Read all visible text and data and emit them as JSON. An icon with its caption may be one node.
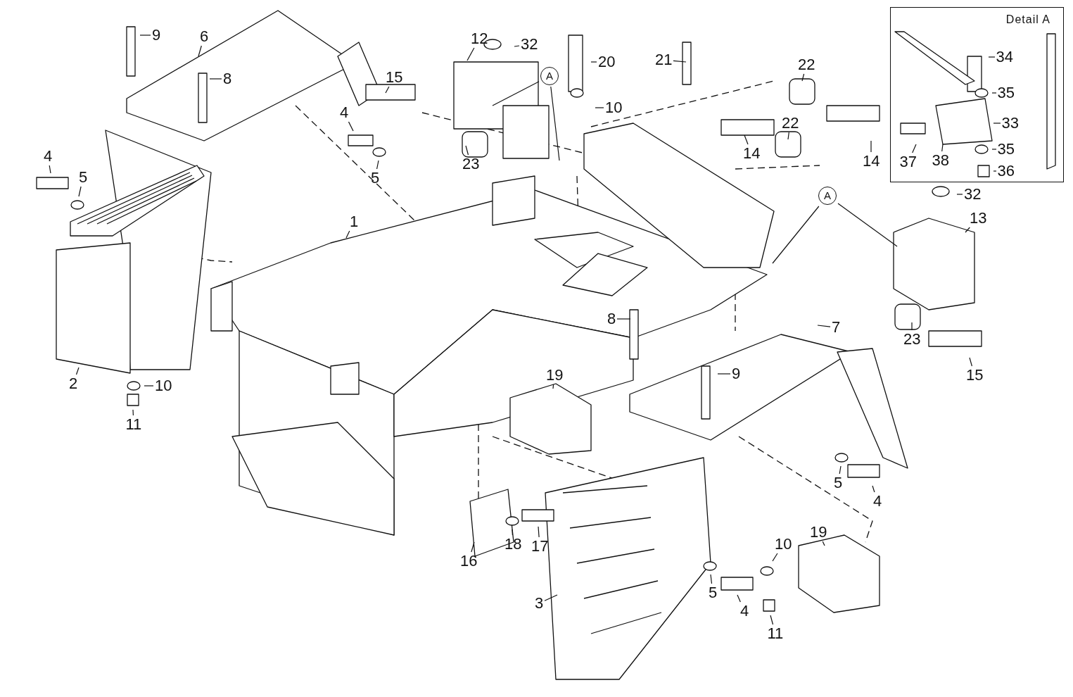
{
  "diagram": {
    "nodes": [
      {
        "text": [
          "1"
        ]
      },
      {
        "text": [
          "2"
        ]
      },
      {
        "text": [
          "3"
        ]
      },
      {
        "text": [
          "4"
        ]
      },
      {
        "text": [
          "5"
        ]
      },
      {
        "text": [
          "4"
        ]
      },
      {
        "text": [
          "5"
        ]
      },
      {
        "text": [
          "6"
        ]
      },
      {
        "text": [
          "8"
        ]
      },
      {
        "text": [
          "9"
        ]
      },
      {
        "text": [
          "10"
        ]
      },
      {
        "text": [
          "11"
        ]
      },
      {
        "text": [
          "12"
        ]
      },
      {
        "text": [
          "32"
        ]
      },
      {
        "text": [
          "15"
        ]
      },
      {
        "text": [
          "23"
        ]
      },
      {
        "text": [
          "A"
        ]
      },
      {
        "text": [
          "20"
        ]
      },
      {
        "text": [
          "10"
        ]
      },
      {
        "text": [
          "21"
        ]
      },
      {
        "text": [
          "22"
        ]
      },
      {
        "text": [
          "22"
        ]
      },
      {
        "text": [
          "14"
        ]
      },
      {
        "text": [
          "14"
        ]
      },
      {
        "text": [
          "Detail A"
        ]
      },
      {
        "text": [
          "34"
        ],
        "in": 24
      },
      {
        "text": [
          "35"
        ],
        "in": 24
      },
      {
        "text": [
          "33"
        ],
        "in": 24
      },
      {
        "text": [
          "38"
        ],
        "in": 24
      },
      {
        "text": [
          "37"
        ],
        "in": 24
      },
      {
        "text": [
          "35"
        ],
        "in": 24
      },
      {
        "text": [
          "36"
        ],
        "in": 24
      },
      {
        "text": [
          "A"
        ]
      },
      {
        "text": [
          "32"
        ]
      },
      {
        "text": [
          "13"
        ]
      },
      {
        "text": [
          "23"
        ]
      },
      {
        "text": [
          "15"
        ]
      },
      {
        "text": [
          "7"
        ]
      },
      {
        "text": [
          "8"
        ]
      },
      {
        "text": [
          "9"
        ]
      },
      {
        "text": [
          "19"
        ]
      },
      {
        "text": [
          "5"
        ]
      },
      {
        "text": [
          "4"
        ]
      },
      {
        "text": [
          "16"
        ]
      },
      {
        "text": [
          "18"
        ]
      },
      {
        "text": [
          "17"
        ]
      },
      {
        "text": [
          "10"
        ]
      },
      {
        "text": [
          "19"
        ]
      },
      {
        "text": [
          "5"
        ]
      },
      {
        "text": [
          "4"
        ]
      },
      {
        "text": [
          "11"
        ]
      }
    ],
    "edges": [
      {
        "from": 0,
        "to": null,
        "arrow": "none"
      },
      {
        "from": 1,
        "to": null,
        "arrow": "none"
      },
      {
        "from": 2,
        "to": null,
        "arrow": "none"
      },
      {
        "from": 3,
        "to": null,
        "arrow": "none"
      },
      {
        "from": 4,
        "to": null,
        "arrow": "none"
      },
      {
        "from": 5,
        "to": null,
        "arrow": "none"
      },
      {
        "from": 6,
        "to": null,
        "arrow": "none"
      },
      {
        "from": 7,
        "to": null,
        "arrow": "none"
      },
      {
        "from": 8,
        "to": null,
        "arrow": "none"
      },
      {
        "from": 9,
        "to": null,
        "arrow": "none"
      },
      {
        "from": 10,
        "to": null,
        "arrow": "none"
      },
      {
        "from": 11,
        "to": null,
        "arrow": "none"
      },
      {
        "from": 12,
        "to": null,
        "arrow": "none"
      },
      {
        "from": 13,
        "to": null,
        "arrow": "none"
      },
      {
        "from": 14,
        "to": null,
        "arrow": "none"
      },
      {
        "from": 15,
        "to": null,
        "arrow": "none"
      },
      {
        "from": 16,
        "to": null,
        "arrow": "none"
      },
      {
        "from": 16,
        "to": null,
        "arrow": "none"
      },
      {
        "from": 17,
        "to": null,
        "arrow": "none"
      },
      {
        "from": 18,
        "to": null,
        "arrow": "none"
      },
      {
        "from": 19,
        "to": null,
        "arrow": "none"
      },
      {
        "from": 20,
        "to": null,
        "arrow": "none"
      },
      {
        "from": 21,
        "to": null,
        "arrow": "none"
      },
      {
        "from": 22,
        "to": null,
        "arrow": "none"
      },
      {
        "from": 23,
        "to": null,
        "arrow": "none"
      },
      {
        "from": 25,
        "to": null,
        "arrow": "none"
      },
      {
        "from": 26,
        "to": null,
        "arrow": "none"
      },
      {
        "from": 27,
        "to": null,
        "arrow": "none"
      },
      {
        "from": 28,
        "to": null,
        "arrow": "none"
      },
      {
        "from": 29,
        "to": null,
        "arrow": "none"
      },
      {
        "from": 30,
        "to": null,
        "arrow": "none"
      },
      {
        "from": 31,
        "to": null,
        "arrow": "none"
      },
      {
        "from": 32,
        "to": null,
        "arrow": "none"
      },
      {
        "from": 32,
        "to": null,
        "arrow": "none"
      },
      {
        "from": 33,
        "to": null,
        "arrow": "none"
      },
      {
        "from": 34,
        "to": null,
        "arrow": "none"
      },
      {
        "from": 35,
        "to": null,
        "arrow": "none"
      },
      {
        "from": 36,
        "to": null,
        "arrow": "none"
      },
      {
        "from": 37,
        "to": null,
        "arrow": "none"
      },
      {
        "from": 38,
        "to": null,
        "arrow": "none"
      },
      {
        "from": 39,
        "to": null,
        "arrow": "none"
      },
      {
        "from": 40,
        "to": null,
        "arrow": "none"
      },
      {
        "from": 41,
        "to": null,
        "arrow": "none"
      },
      {
        "from": 42,
        "to": null,
        "arrow": "none"
      },
      {
        "from": 43,
        "to": null,
        "arrow": "none"
      },
      {
        "from": 44,
        "to": null,
        "arrow": "none"
      },
      {
        "from": 45,
        "to": null,
        "arrow": "none"
      },
      {
        "from": 46,
        "to": null,
        "arrow": "none"
      },
      {
        "from": 47,
        "to": null,
        "arrow": "none"
      },
      {
        "from": 48,
        "to": null,
        "arrow": "none"
      },
      {
        "from": 49,
        "to": null,
        "arrow": "none"
      },
      {
        "from": 50,
        "to": null,
        "arrow": "none"
      }
    ]
  }
}
